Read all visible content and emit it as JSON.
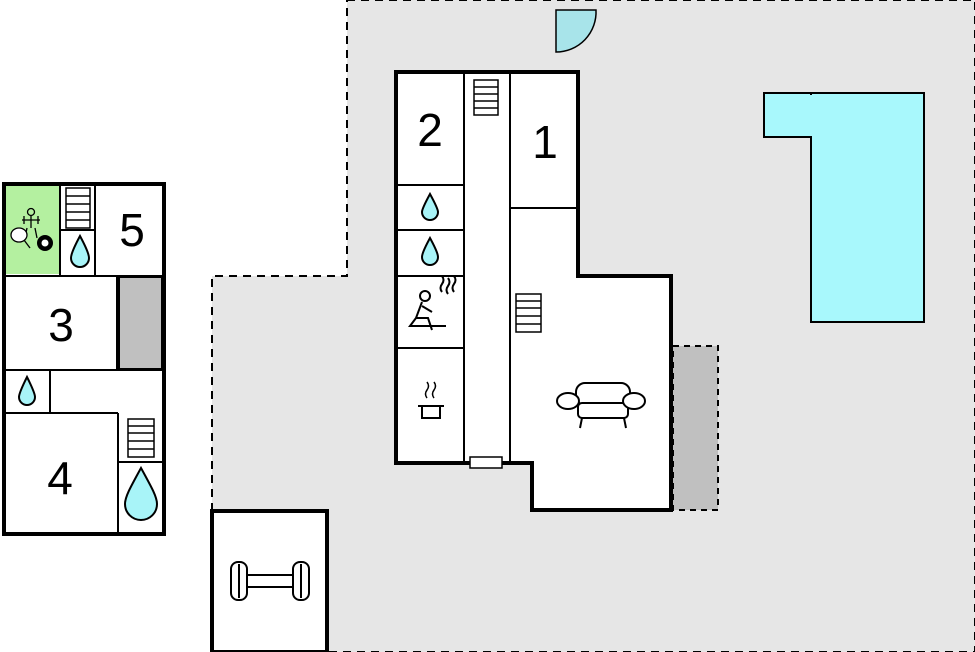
{
  "rooms": [
    {
      "id": "1",
      "label": "1"
    },
    {
      "id": "2",
      "label": "2"
    },
    {
      "id": "3",
      "label": "3"
    },
    {
      "id": "4",
      "label": "4"
    },
    {
      "id": "5",
      "label": "5"
    }
  ],
  "colors": {
    "terrace": "#e6e6e6",
    "pool": "#a8f8fc",
    "door": "#a8e4ea",
    "games_room": "#b4f0a0",
    "carport": "#c0c0c0",
    "water": "#a8f4f8"
  },
  "icons": [
    "stairs-icon",
    "water-drop-icon",
    "sauna-icon",
    "kitchen-pot-icon",
    "sofa-icon",
    "dumbbell-icon",
    "table-tennis-icon",
    "billiard-ball-icon",
    "foosball-icon",
    "door-icon",
    "pool"
  ]
}
